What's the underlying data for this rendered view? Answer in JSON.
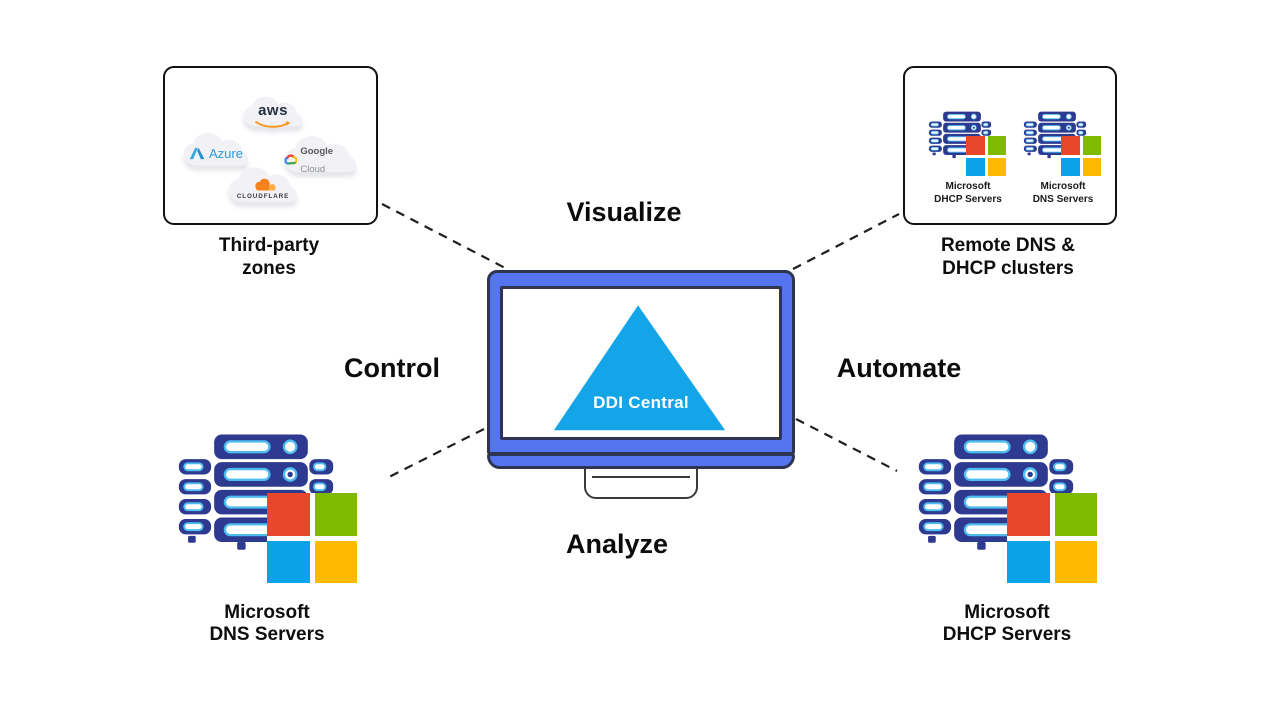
{
  "colors": {
    "monitor_frame": "#5575F0",
    "monitor_outline": "#2F3550",
    "triangle": "#14A5E9",
    "server_body": "#2E3A8F",
    "server_slot_ring": "#4FBCF0",
    "ms_red": "#E8472B",
    "ms_green": "#7FBA00",
    "ms_blue": "#0CA2E8",
    "ms_yellow": "#FFB900",
    "aws_orange": "#F7981D",
    "azure_blue": "#2E9BD6",
    "cloudflare_orange": "#F6821F",
    "connector": "#1F1F1F"
  },
  "center": {
    "label": "DDI Central"
  },
  "actions": {
    "top": "Visualize",
    "left": "Control",
    "right": "Automate",
    "bottom": "Analyze"
  },
  "third_party": {
    "caption_line1": "Third-party",
    "caption_line2": "zones",
    "aws_label": "aws",
    "azure_label": "Azure",
    "google_label_bold": "Google",
    "google_label_light": "Cloud",
    "cloudflare_label": "CLOUDFLARE"
  },
  "remote_clusters": {
    "caption_line1": "Remote DNS &",
    "caption_line2": "DHCP clusters",
    "items": [
      {
        "line1": "Microsoft",
        "line2": "DHCP Servers"
      },
      {
        "line1": "Microsoft",
        "line2": "DNS Servers"
      }
    ]
  },
  "dns_node": {
    "line1": "Microsoft",
    "line2": "DNS Servers"
  },
  "dhcp_node": {
    "line1": "Microsoft",
    "line2": "DHCP Servers"
  }
}
